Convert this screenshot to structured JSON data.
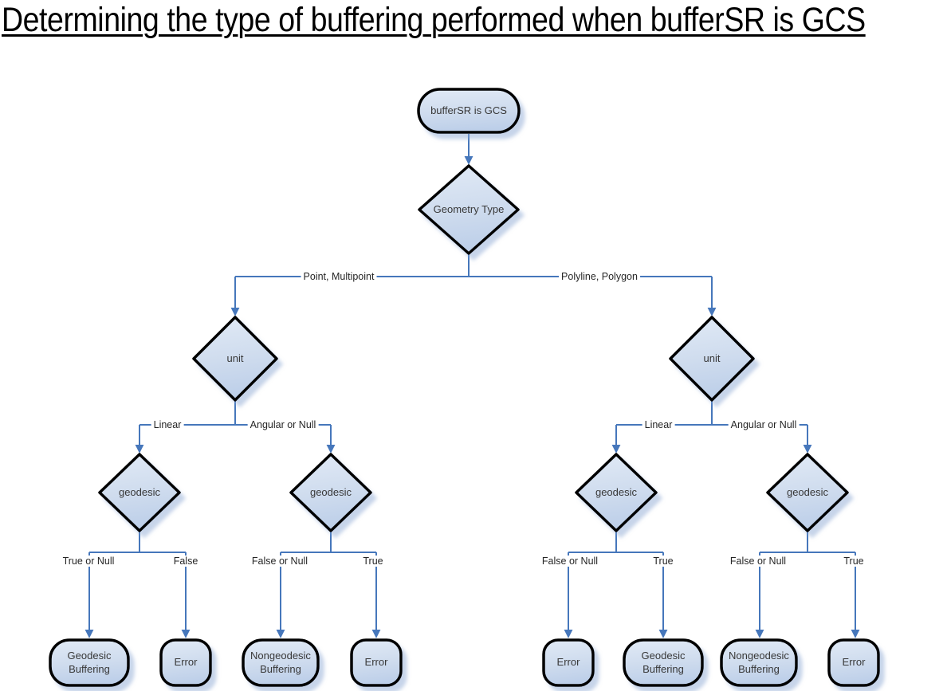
{
  "title": "Determining the type of buffering performed when bufferSR is GCS",
  "colors": {
    "connector": "#4677bb",
    "node_border": "#000000",
    "node_fill_top": "#e1eaf6",
    "node_fill_bottom": "#bdcfe9",
    "node_shadow": "#8fa9d4",
    "node_text": "#383838",
    "edge_label_text": "#262626",
    "background": "#ffffff"
  },
  "flowchart": {
    "start": "bufferSR is GCS",
    "root_decision": "Geometry Type",
    "branches": [
      {
        "condition": "Point, Multipoint",
        "decision": "unit",
        "cases": [
          {
            "condition": "Linear",
            "decision": "geodesic",
            "outcomes": [
              {
                "condition": "True or Null",
                "result": "Geodesic Buffering"
              },
              {
                "condition": "False",
                "result": "Error"
              }
            ]
          },
          {
            "condition": "Angular or Null",
            "decision": "geodesic",
            "outcomes": [
              {
                "condition": "False or Null",
                "result": "Nongeodesic Buffering"
              },
              {
                "condition": "True",
                "result": "Error"
              }
            ]
          }
        ]
      },
      {
        "condition": "Polyline, Polygon",
        "decision": "unit",
        "cases": [
          {
            "condition": "Linear",
            "decision": "geodesic",
            "outcomes": [
              {
                "condition": "False or Null",
                "result": "Error"
              },
              {
                "condition": "True",
                "result": "Geodesic Buffering"
              }
            ]
          },
          {
            "condition": "Angular or Null",
            "decision": "geodesic",
            "outcomes": [
              {
                "condition": "False or Null",
                "result": "Nongeodesic Buffering"
              },
              {
                "condition": "True",
                "result": "Error"
              }
            ]
          }
        ]
      }
    ]
  }
}
